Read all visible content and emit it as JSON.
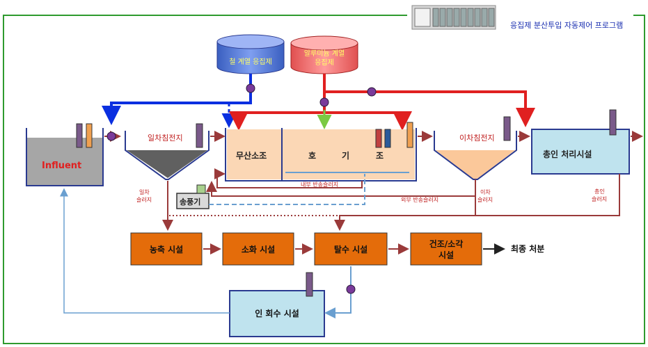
{
  "header": {
    "title": "응집제 분산투입 자동제어 프로그램"
  },
  "tanks": {
    "iron_coagulant": "철 계열 응집제",
    "alum_coagulant_line1": "알루미늄 계열",
    "alum_coagulant_line2": "응집제"
  },
  "units": {
    "influent": "Influent",
    "primary_clarifier": "일차침전지",
    "anoxic": "무산소조",
    "aerobic_1": "호",
    "aerobic_2": "기",
    "aerobic_3": "조",
    "secondary_clarifier": "이차침전지",
    "tp_treatment": "총인 처리시설",
    "blower": "송풍기",
    "thickening": "농축 시설",
    "digestion": "소화 시설",
    "dewatering": "탈수 시설",
    "drying_line1": "건조/소각",
    "drying_line2": "시설",
    "final_disposal": "최종 처분",
    "p_recovery": "인 회수 시설"
  },
  "labels": {
    "primary_sludge_1": "일차",
    "primary_sludge_2": "슬러지",
    "internal_return": "내부 반송슬러지",
    "external_return": "외부 반송슬러지",
    "secondary_sludge_1": "이차",
    "secondary_sludge_2": "슬러지",
    "tp_sludge_1": "총인",
    "tp_sludge_2": "슬러지"
  },
  "colors": {
    "frame_green": "#2e9a2e",
    "brown_line": "#9a3a3a",
    "orange_box": "#e46c0a",
    "teal_box": "#bfe3ee",
    "blue_tank": "#5b7fd6",
    "red_tank": "#f47a7a",
    "red_arrow": "#e02020",
    "blue_arrow": "#0a2fe0",
    "purple_sensor": "#6a3a7a"
  }
}
